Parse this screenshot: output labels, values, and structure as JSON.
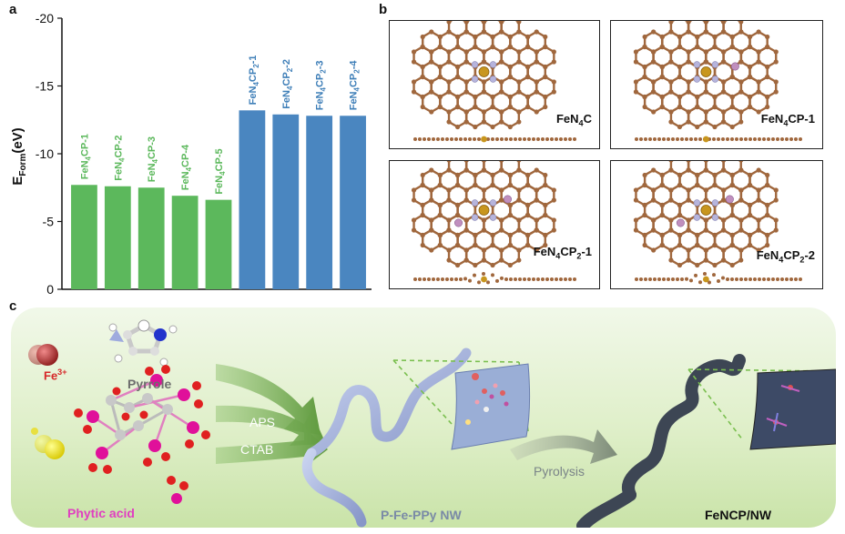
{
  "panel_letters": {
    "a": "a",
    "b": "b",
    "c": "c"
  },
  "chart_data": {
    "type": "bar",
    "title": "",
    "ylabel": "E_Form(eV)",
    "xlabel": "",
    "ylim": [
      0,
      -20
    ],
    "y_inverted": true,
    "y_ticks": [
      "0",
      "-5",
      "-10",
      "-15",
      "-20"
    ],
    "y_tick_values": [
      0,
      -5,
      -10,
      -15,
      -20
    ],
    "categories": [
      "FeN4CP-1",
      "FeN4CP-2",
      "FeN4CP-3",
      "FeN4CP-4",
      "FeN4CP-5",
      "FeN4CP2-1",
      "FeN4CP2-2",
      "FeN4CP2-3",
      "FeN4CP2-4"
    ],
    "values": [
      -7.7,
      -7.6,
      -7.5,
      -6.9,
      -6.6,
      -13.2,
      -12.9,
      -12.8,
      -12.8
    ],
    "colors": [
      "#5cb85c",
      "#5cb85c",
      "#5cb85c",
      "#5cb85c",
      "#5cb85c",
      "#4a86c0",
      "#4a86c0",
      "#4a86c0",
      "#4a86c0"
    ],
    "label_colors": [
      "#5cb85c",
      "#5cb85c",
      "#5cb85c",
      "#5cb85c",
      "#5cb85c",
      "#3f7fb8",
      "#3f7fb8",
      "#3f7fb8",
      "#3f7fb8"
    ],
    "grid": false,
    "legend": "none"
  },
  "structures": [
    {
      "label_main": "FeN",
      "label_sub": "4",
      "label_rest": "C",
      "label_sub2": "",
      "label_tail": ""
    },
    {
      "label_main": "FeN",
      "label_sub": "4",
      "label_rest": "CP-1",
      "label_sub2": "",
      "label_tail": ""
    },
    {
      "label_main": "FeN",
      "label_sub": "4",
      "label_rest": "CP",
      "label_sub2": "2",
      "label_tail": "-1"
    },
    {
      "label_main": "FeN",
      "label_sub": "4",
      "label_rest": "CP",
      "label_sub2": "2",
      "label_tail": "-2"
    }
  ],
  "scheme": {
    "fe_label": "Fe",
    "fe_charge": "3+",
    "pyrrole_label": "Pyrrole",
    "phytic_label": "Phytic acid",
    "aps_label": "APS",
    "ctab_label": "CTAB",
    "pfeppy_label": "P-Fe-PPy NW",
    "pyrolysis_label": "Pyrolysis",
    "fencp_label": "FeNCP/NW"
  },
  "colors": {
    "green_bar": "#5cb85c",
    "blue_bar": "#4a86c0",
    "carbon": "#a0673d",
    "nitrogen": "#b6b4dc",
    "iron": "#c8961e",
    "phosphorus": "#c08fbe",
    "fe3_text": "#d62728",
    "phytic_text": "#e040c0"
  }
}
